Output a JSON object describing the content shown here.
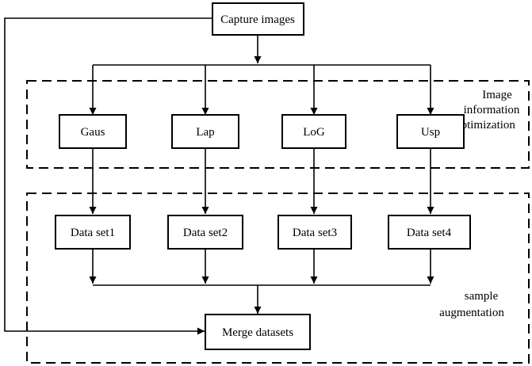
{
  "diagram": {
    "nodes": {
      "capture": "Capture images",
      "gaus": "Gaus",
      "lap": "Lap",
      "log": "LoG",
      "usp": "Usp",
      "data1": "Data set1",
      "data2": "Data set2",
      "data3": "Data set3",
      "data4": "Data set4",
      "merge": "Merge datasets"
    },
    "groups": {
      "optimization": {
        "line1": "Image",
        "line2": "information",
        "line3": "optimization"
      },
      "augmentation": {
        "line1": "sample",
        "line2": "augmentation"
      }
    },
    "edges": [
      [
        "capture",
        "gaus"
      ],
      [
        "capture",
        "lap"
      ],
      [
        "capture",
        "log"
      ],
      [
        "capture",
        "usp"
      ],
      [
        "gaus",
        "data1"
      ],
      [
        "lap",
        "data2"
      ],
      [
        "log",
        "data3"
      ],
      [
        "usp",
        "data4"
      ],
      [
        "data1",
        "merge"
      ],
      [
        "data2",
        "merge"
      ],
      [
        "data3",
        "merge"
      ],
      [
        "data4",
        "merge"
      ],
      [
        "capture",
        "merge"
      ]
    ]
  }
}
